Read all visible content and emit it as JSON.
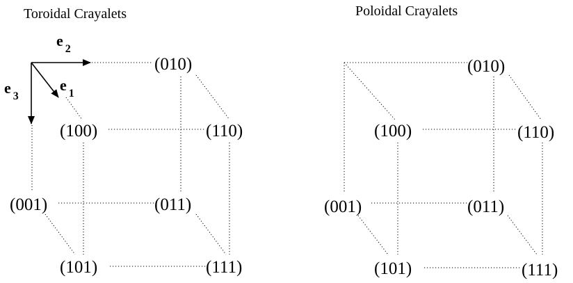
{
  "left_panel": {
    "title": "Toroidal Crayalets",
    "nodes": {
      "n000": "",
      "n010": "(010)",
      "n100": "(100)",
      "n110": "(110)",
      "n001": "(001)",
      "n011": "(011)",
      "n101": "(101)",
      "n111": "(111)"
    },
    "axes": {
      "e1": {
        "main": "e",
        "sub": "1"
      },
      "e2": {
        "main": "e",
        "sub": "2"
      },
      "e3": {
        "main": "e",
        "sub": "3"
      }
    }
  },
  "right_panel": {
    "title": "Poloidal Crayalets",
    "nodes": {
      "n010": "(010)",
      "n100": "(100)",
      "n110": "(110)",
      "n001": "(001)",
      "n011": "(011)",
      "n101": "(101)",
      "n111": "(111)"
    }
  }
}
